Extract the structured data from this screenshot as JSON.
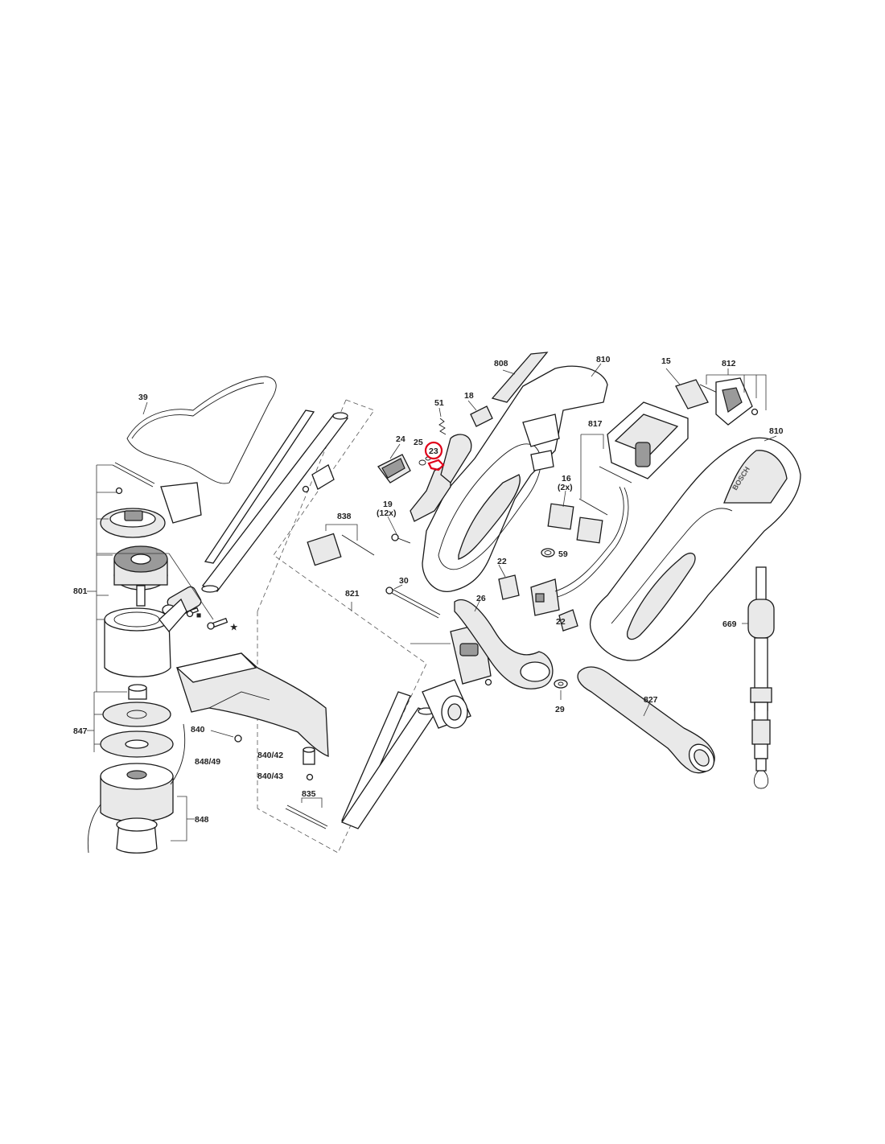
{
  "labels": {
    "p39": "39",
    "p801": "801",
    "p847": "847",
    "p848_49": "848/49",
    "p848": "848",
    "p840": "840",
    "p840_42": "840/42",
    "p840_43": "840/43",
    "p835": "835",
    "p821": "821",
    "p838": "838",
    "p30": "30",
    "p26": "26",
    "p24": "24",
    "p25": "25",
    "p23": "23",
    "p51": "51",
    "p18": "18",
    "p19": "19",
    "p19_qty": "(12x)",
    "p808": "808",
    "p810_top": "810",
    "p15": "15",
    "p812": "812",
    "p817": "817",
    "p810_right": "810",
    "p16": "16",
    "p16_qty": "(2x)",
    "p59": "59",
    "p22_a": "22",
    "p22_b": "22",
    "p29": "29",
    "p827": "827",
    "p669": "669"
  },
  "brand_text": "BOSCH",
  "symbols": {
    "star": "★",
    "square": "■"
  },
  "highlight": {
    "part": "23",
    "color": "#e0001a"
  }
}
